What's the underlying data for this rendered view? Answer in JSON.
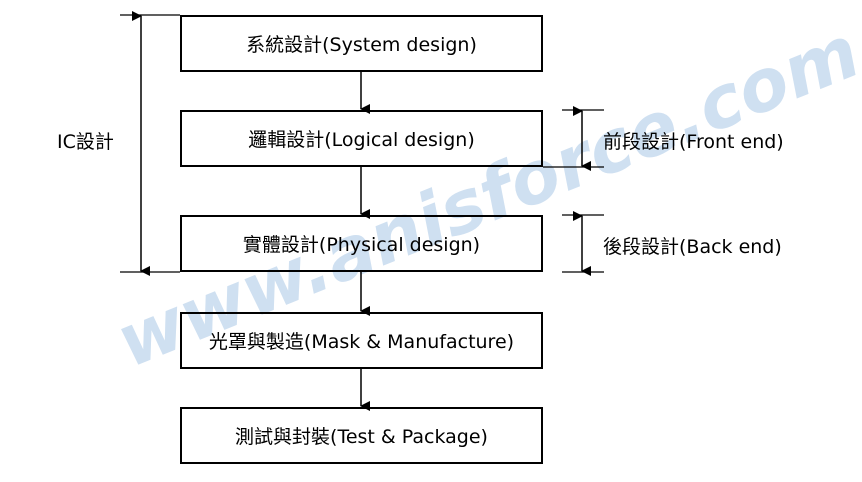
{
  "steps": [
    {
      "label": "系統設計(System design)"
    },
    {
      "label": "邏輯設計(Logical design)"
    },
    {
      "label": "實體設計(Physical design)"
    },
    {
      "label": "光罩與製造(Mask & Manufacture)"
    },
    {
      "label": "測試與封裝(Test & Package)"
    }
  ],
  "brackets": {
    "ic": "IC設計",
    "front_end": "前段設計(Front end)",
    "back_end": "後段設計(Back end)"
  },
  "watermark": {
    "text": "www.anisforce.com",
    "color": "#cfe0f1"
  },
  "colors": {
    "line": "#000000",
    "background": "#ffffff"
  }
}
